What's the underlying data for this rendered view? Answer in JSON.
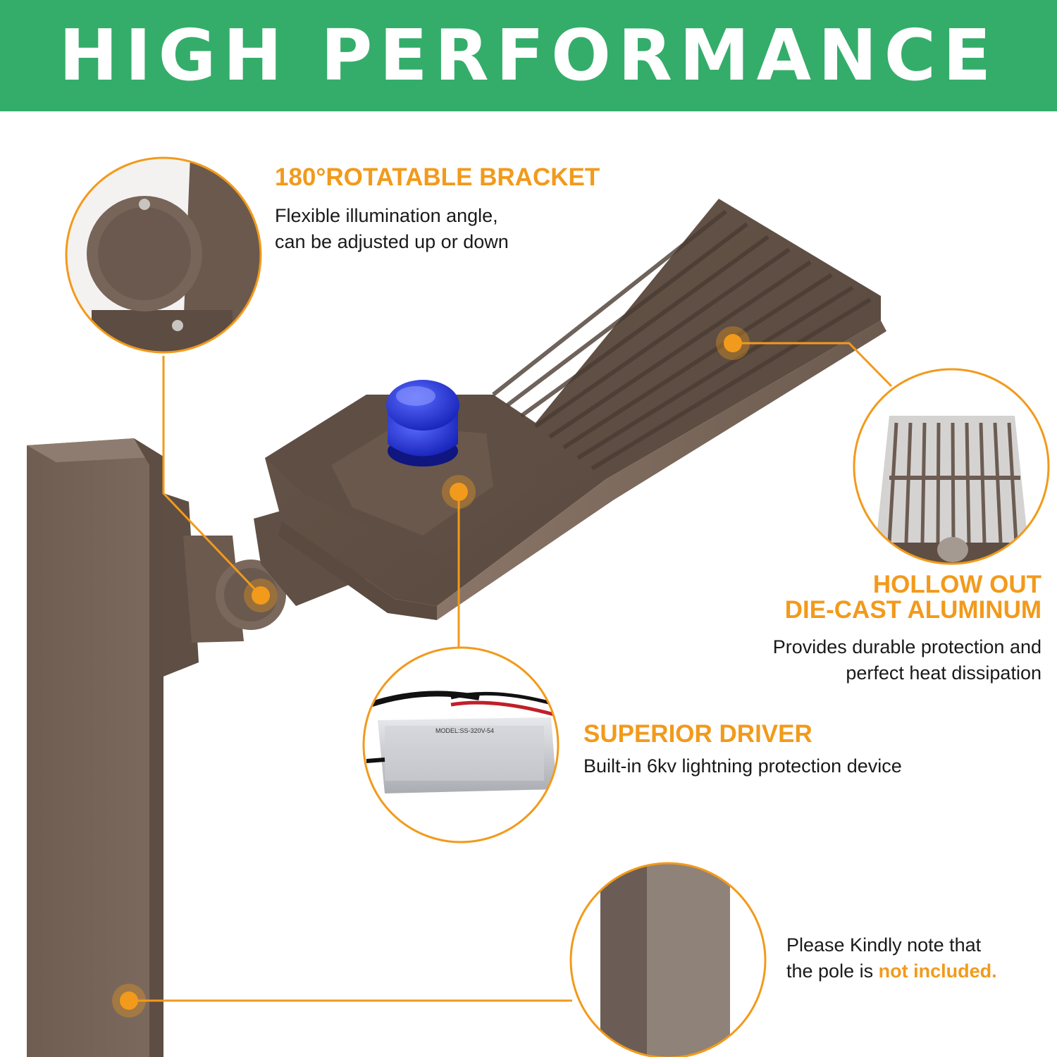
{
  "banner": {
    "title": "HIGH PERFORMANCE"
  },
  "colors": {
    "banner_green": "#34ad6a",
    "accent_orange": "#f29a1b",
    "fixture_bronze": "#6e5c50",
    "photocell_blue": "#2233d6"
  },
  "features": {
    "bracket": {
      "title": "180°ROTATABLE BRACKET",
      "line1": "Flexible illumination angle,",
      "line2": "can be adjusted up or down",
      "icon": "rotating-bracket-dial-icon"
    },
    "housing": {
      "title_line1": "HOLLOW OUT",
      "title_line2": "DIE-CAST ALUMINUM",
      "line1": "Provides durable protection and",
      "line2": "perfect heat dissipation",
      "icon": "heat-sink-grid-icon"
    },
    "driver": {
      "title": "SUPERIOR DRIVER",
      "line1": "Built-in 6kv lightning protection device",
      "model_label": "MODEL:SS-320V-54",
      "icon": "led-driver-box-icon"
    },
    "pole": {
      "line1": "Please Kindly note that",
      "line2_prefix": "the pole is ",
      "line2_highlight": "not included.",
      "icon": "pole-closeup-icon"
    }
  }
}
